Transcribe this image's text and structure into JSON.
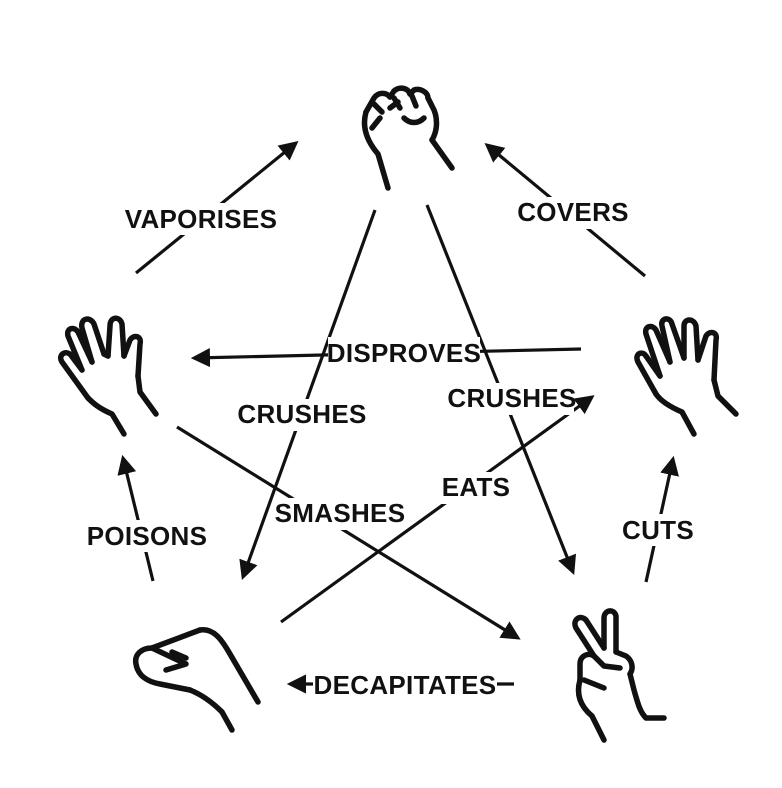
{
  "nodes": [
    {
      "id": "rock",
      "icon": "fist-icon"
    },
    {
      "id": "paper",
      "icon": "open-hand-icon"
    },
    {
      "id": "scissors",
      "icon": "peace-hand-icon"
    },
    {
      "id": "lizard",
      "icon": "lizard-hand-icon"
    },
    {
      "id": "spock",
      "icon": "vulcan-hand-icon"
    }
  ],
  "edges": [
    {
      "from": "spock",
      "to": "rock",
      "label": "VAPORISES"
    },
    {
      "from": "paper",
      "to": "rock",
      "label": "COVERS"
    },
    {
      "from": "paper",
      "to": "spock",
      "label": "DISPROVES"
    },
    {
      "from": "rock",
      "to": "lizard",
      "label": "CRUSHES"
    },
    {
      "from": "rock",
      "to": "scissors",
      "label": "CRUSHES"
    },
    {
      "from": "lizard",
      "to": "paper",
      "label": "EATS"
    },
    {
      "from": "spock",
      "to": "scissors",
      "label": "SMASHES"
    },
    {
      "from": "lizard",
      "to": "spock",
      "label": "POISONS"
    },
    {
      "from": "scissors",
      "to": "paper",
      "label": "CUTS"
    },
    {
      "from": "scissors",
      "to": "lizard",
      "label": "DECAPITATES"
    }
  ],
  "colors": {
    "ink": "#111111",
    "background": "#ffffff"
  }
}
